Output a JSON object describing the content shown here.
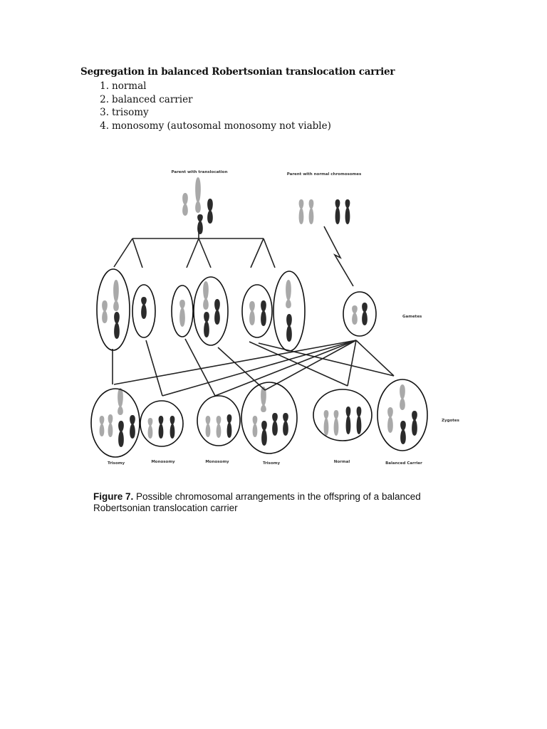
{
  "heading": "Segregation in balanced Robertsonian translocation carrier",
  "outcomes": [
    {
      "num": "1.",
      "text": "normal"
    },
    {
      "num": "2.",
      "text": "balanced carrier"
    },
    {
      "num": "3.",
      "text": "trisomy"
    },
    {
      "num": "4.",
      "text": "monosomy (autosomal monosomy not viable)"
    }
  ],
  "figure": {
    "parent_translocation_label": "Parent with translocation",
    "parent_normal_label": "Parent with normal chromosomes",
    "gametes_label": "Gametes",
    "zygotes_label": "Zygotes",
    "zygote_labels": [
      "Trisomy",
      "Monosomy",
      "Monosomy",
      "Trisomy",
      "Normal",
      "Balanced Carrier"
    ],
    "colors": {
      "light_chromosome": "#a9a9a9",
      "dark_chromosome": "#2b2b2b",
      "line": "#222222"
    }
  },
  "caption": {
    "label": "Figure 7.",
    "text": " Possible chromosomal arrangements in the offspring of a balanced Robertsonian translocation carrier"
  }
}
